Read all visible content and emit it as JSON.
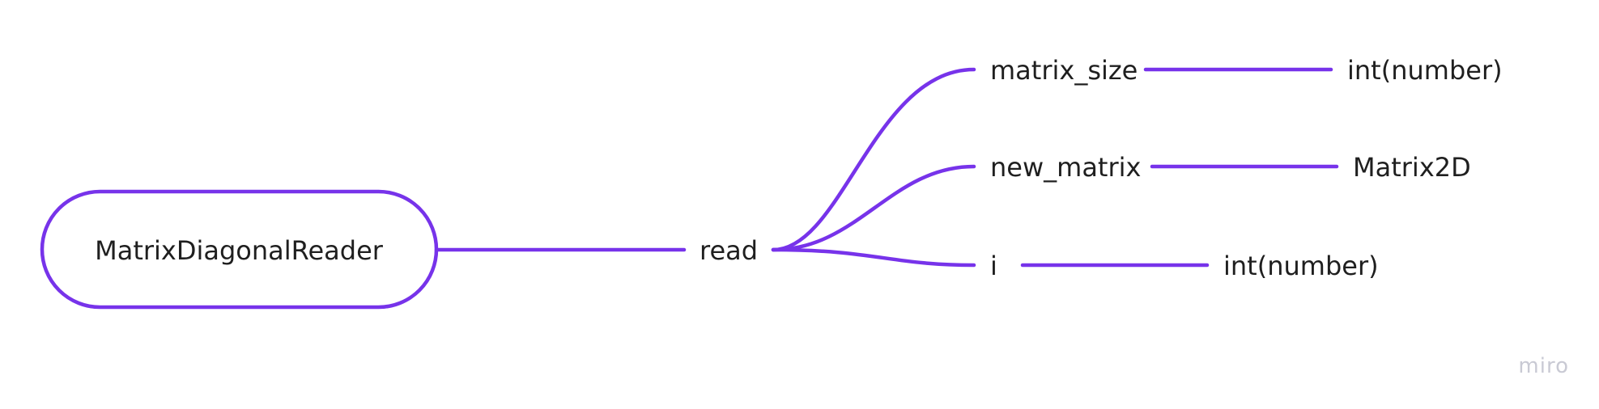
{
  "diagram": {
    "type": "mind-map",
    "accent_color": "#7733ea",
    "root": {
      "label": "MatrixDiagonalReader"
    },
    "method": {
      "label": "read"
    },
    "branches": [
      {
        "label": "matrix_size",
        "type_label": "int(number)"
      },
      {
        "label": "new_matrix",
        "type_label": "Matrix2D"
      },
      {
        "label": "i",
        "type_label": "int(number)"
      }
    ]
  },
  "watermark": {
    "text": "miro"
  }
}
